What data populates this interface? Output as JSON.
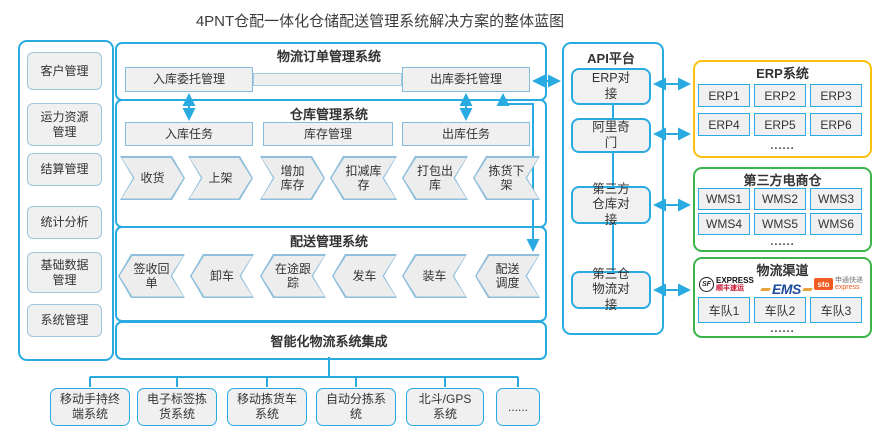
{
  "title": "4PNT仓配一体化仓储配送管理系统解决方案的整体蓝图",
  "sidebar": {
    "items": [
      "客户管理",
      "运力资源管理",
      "结算管理",
      "统计分析",
      "基础数据管理",
      "系统管理"
    ]
  },
  "oms": {
    "title": "物流订单管理系统",
    "inbound": "入库委托管理",
    "outbound": "出库委托管理"
  },
  "wms": {
    "title": "仓库管理系统",
    "tasks": [
      "入库任务",
      "库存管理",
      "出库任务"
    ],
    "flow": [
      "收货",
      "上架",
      "增加库存",
      "扣减库存",
      "打包出库",
      "拣货下架"
    ]
  },
  "tms": {
    "title": "配送管理系统",
    "flow": [
      "签收回单",
      "卸车",
      "在途跟踪",
      "发车",
      "装车",
      "配送调度"
    ]
  },
  "integration": {
    "title": "智能化物流系统集成",
    "systems": [
      "移动手持终端系统",
      "电子标签拣货系统",
      "移动拣货车系统",
      "自动分拣系统",
      "北斗/GPS系统",
      "......"
    ]
  },
  "api": {
    "title": "API平台",
    "items": [
      "ERP对接",
      "阿里奇门",
      "第三方仓库对接",
      "第三仓物流对接"
    ]
  },
  "erp_group": {
    "title": "ERP系统",
    "items": [
      "ERP1",
      "ERP2",
      "ERP3",
      "ERP4",
      "ERP5",
      "ERP6"
    ],
    "more": "......"
  },
  "ecom_group": {
    "title": "第三方电商仓",
    "items": [
      "WMS1",
      "WMS2",
      "WMS3",
      "WMS4",
      "WMS5",
      "WMS6"
    ],
    "more": "......"
  },
  "logistics_group": {
    "title": "物流渠道",
    "carriers": {
      "sf": {
        "circle": "SF",
        "express": "EXPRESS",
        "cn": "顺丰速运"
      },
      "ems": {
        "text": "EMS"
      },
      "sto": {
        "badge": "sto",
        "cn": "申通快递",
        "en": "express"
      }
    },
    "fleets": [
      "车队1",
      "车队2",
      "车队3"
    ],
    "more": "......"
  },
  "colors": {
    "accent": "#29ABE2",
    "erp_group_border": "#FDC010",
    "partner_group_border": "#3BB54A",
    "sf_red": "#C8102E",
    "ems_blue": "#1C4B9C",
    "sto_orange": "#F15A22"
  }
}
